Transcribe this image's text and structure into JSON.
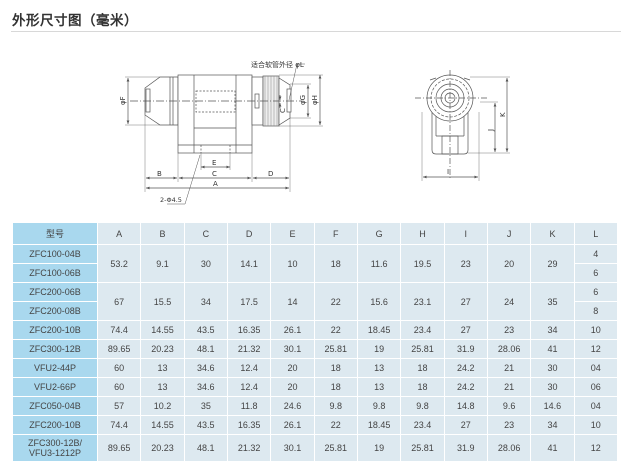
{
  "title": "外形尺寸图（毫米）",
  "drawing": {
    "hose_label": "适合软管外径 φL",
    "hole_label": "2-Φ4.5",
    "dims": {
      "A": "A",
      "B": "B",
      "C": "C",
      "D": "D",
      "E": "E",
      "F": "φF",
      "G": "φG",
      "H": "φH",
      "C2": "C",
      "I": "I",
      "J": "J",
      "K": "K"
    }
  },
  "table": {
    "headers": [
      "型号",
      "A",
      "B",
      "C",
      "D",
      "E",
      "F",
      "G",
      "H",
      "I",
      "J",
      "K",
      "L"
    ],
    "groups": [
      {
        "models": [
          "ZFC100-04B",
          "ZFC100-06B"
        ],
        "values": [
          "53.2",
          "9.1",
          "30",
          "14.1",
          "10",
          "18",
          "11.6",
          "19.5",
          "23",
          "20",
          "29"
        ],
        "L": [
          "4",
          "6"
        ]
      },
      {
        "models": [
          "ZFC200-06B",
          "ZFC200-08B"
        ],
        "values": [
          "67",
          "15.5",
          "34",
          "17.5",
          "14",
          "22",
          "15.6",
          "23.1",
          "27",
          "24",
          "35"
        ],
        "L": [
          "6",
          "8"
        ]
      },
      {
        "models": [
          "ZFC200-10B"
        ],
        "values": [
          "74.4",
          "14.55",
          "43.5",
          "16.35",
          "26.1",
          "22",
          "18.45",
          "23.4",
          "27",
          "23",
          "34"
        ],
        "L": [
          "10"
        ]
      },
      {
        "models": [
          "ZFC300-12B"
        ],
        "values": [
          "89.65",
          "20.23",
          "48.1",
          "21.32",
          "30.1",
          "25.81",
          "19",
          "25.81",
          "31.9",
          "28.06",
          "41"
        ],
        "L": [
          "12"
        ]
      },
      {
        "models": [
          "VFU2-44P"
        ],
        "values": [
          "60",
          "13",
          "34.6",
          "12.4",
          "20",
          "18",
          "13",
          "18",
          "24.2",
          "21",
          "30"
        ],
        "L": [
          "04"
        ]
      },
      {
        "models": [
          "VFU2-66P"
        ],
        "values": [
          "60",
          "13",
          "34.6",
          "12.4",
          "20",
          "18",
          "13",
          "18",
          "24.2",
          "21",
          "30"
        ],
        "L": [
          "06"
        ]
      },
      {
        "models": [
          "ZFC050-04B"
        ],
        "values": [
          "57",
          "10.2",
          "35",
          "11.8",
          "24.6",
          "9.8",
          "9.8",
          "9.8",
          "14.8",
          "9.6",
          "14.6"
        ],
        "L": [
          "04"
        ]
      },
      {
        "models": [
          "ZFC200-10B"
        ],
        "values": [
          "74.4",
          "14.55",
          "43.5",
          "16.35",
          "26.1",
          "22",
          "18.45",
          "23.4",
          "27",
          "23",
          "34"
        ],
        "L": [
          "10"
        ]
      },
      {
        "models": [
          "ZFC300-12B/\nVFU3-1212P"
        ],
        "values": [
          "89.65",
          "20.23",
          "48.1",
          "21.32",
          "30.1",
          "25.81",
          "19",
          "25.81",
          "31.9",
          "28.06",
          "41"
        ],
        "L": [
          "12"
        ]
      }
    ]
  }
}
